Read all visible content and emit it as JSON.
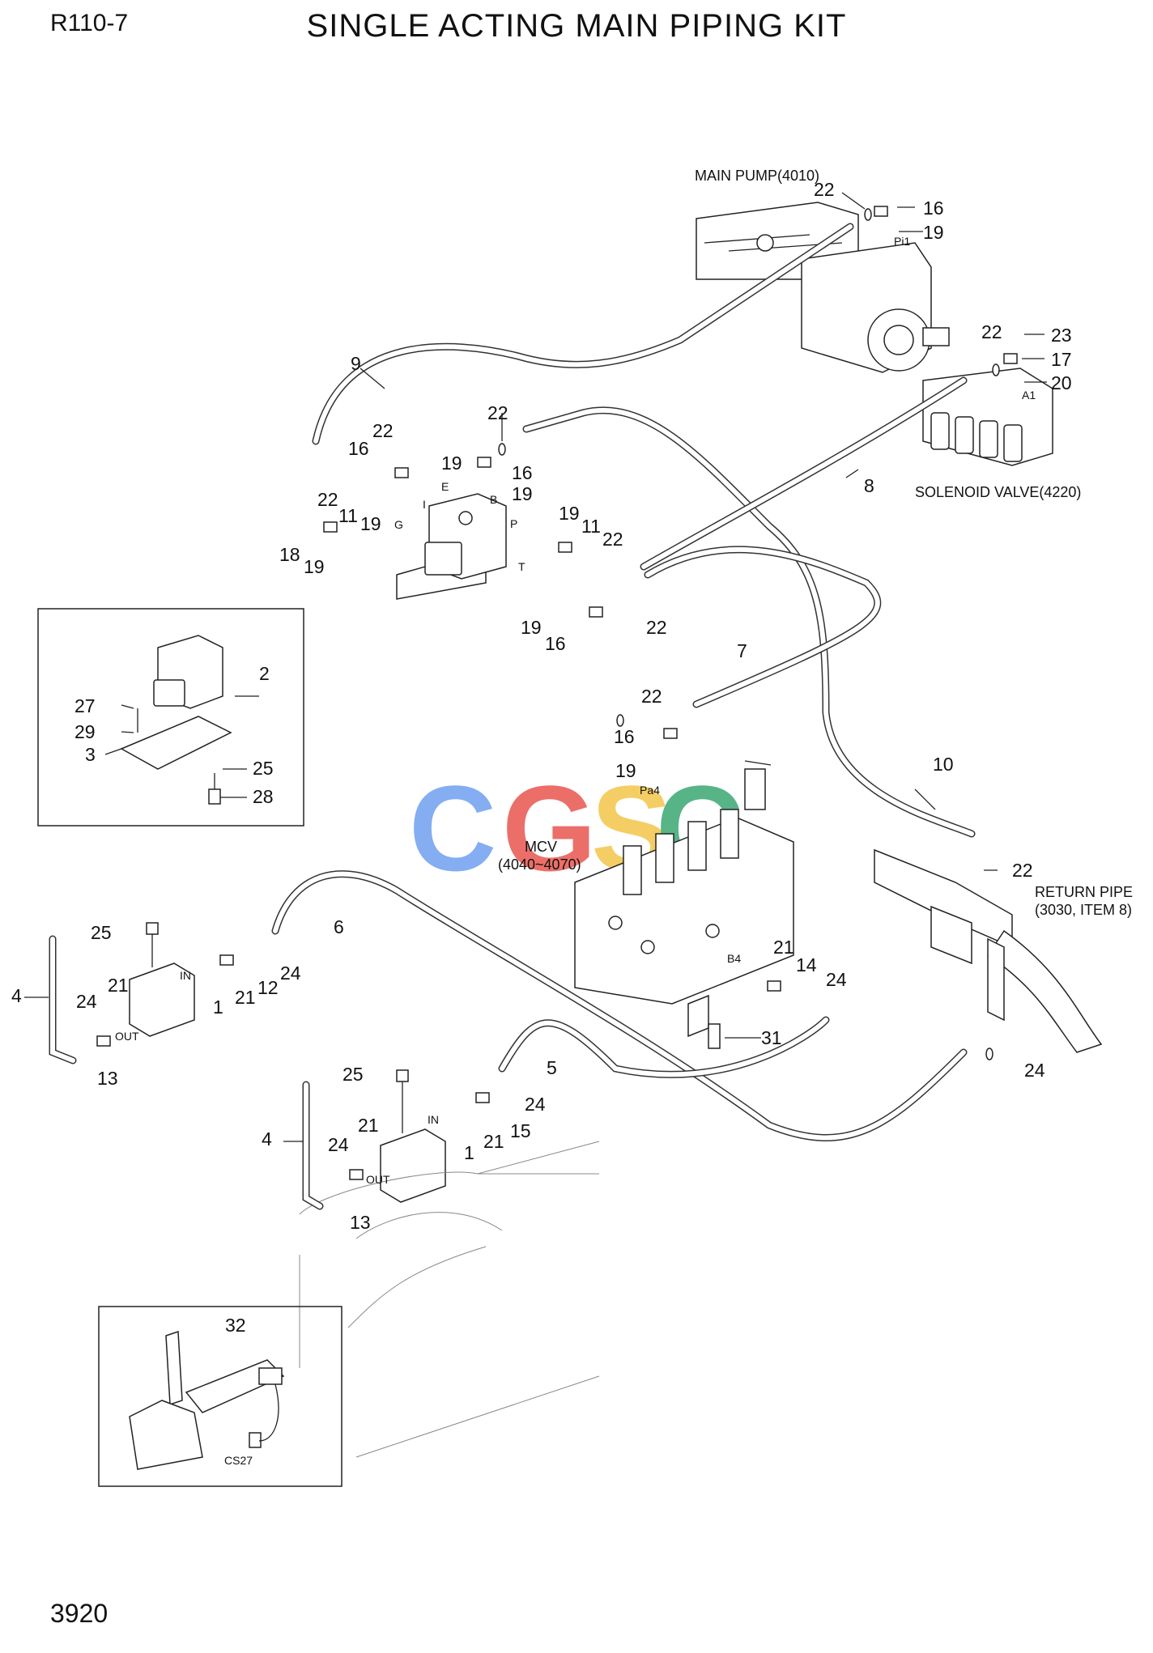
{
  "header": {
    "model": "R110-7",
    "title": "SINGLE ACTING MAIN PIPING KIT",
    "page_number": "3920"
  },
  "components": {
    "main_pump": "MAIN PUMP(4010)",
    "solenoid_valve": "SOLENOID VALVE(4220)",
    "mcv": "MCV",
    "mcv_range": "(4040~4070)",
    "return_pipe": "RETURN PIPE",
    "return_pipe_ref": "(3030, ITEM 8)"
  },
  "port_labels": {
    "pi1": "Pi1",
    "a1": "A1",
    "e": "E",
    "b": "B",
    "i": "I",
    "g": "G",
    "p": "P",
    "t": "T",
    "pa4": "Pa4",
    "b4": "B4",
    "in_1": "IN",
    "out_1": "OUT",
    "in_2": "IN",
    "out_2": "OUT",
    "cs27": "CS27"
  },
  "callouts": {
    "c1": "22",
    "c2": "16",
    "c3": "19",
    "c4": "22",
    "c5": "23",
    "c6": "17",
    "c7": "20",
    "c8": "9",
    "c9": "22",
    "c10": "22",
    "c11": "16",
    "c12": "19",
    "c13": "16",
    "c14": "19",
    "c15": "22",
    "c16": "11",
    "c17": "19",
    "c18": "8",
    "c19": "18",
    "c20": "19",
    "c21": "19",
    "c22": "11",
    "c23": "22",
    "c24": "19",
    "c25": "16",
    "c26": "22",
    "c27": "2",
    "c28": "27",
    "c29": "29",
    "c30": "3",
    "c31": "25",
    "c32": "28",
    "c33": "7",
    "c34": "22",
    "c35": "16",
    "c36": "19",
    "c37": "10",
    "c38": "22",
    "c39": "25",
    "c40": "6",
    "c41": "4",
    "c42": "24",
    "c43": "21",
    "c44": "21",
    "c45": "12",
    "c46": "24",
    "c47": "1",
    "c48": "13",
    "c49": "21",
    "c50": "14",
    "c51": "24",
    "c52": "31",
    "c53": "5",
    "c54": "24",
    "c55": "25",
    "c56": "24",
    "c57": "15",
    "c58": "4",
    "c59": "24",
    "c60": "21",
    "c61": "21",
    "c62": "1",
    "c63": "13",
    "c64": "32"
  },
  "watermark": {
    "letters": [
      "C",
      "G",
      "S",
      "C"
    ],
    "colors": [
      "#6f9ff0",
      "#e8564e",
      "#f3c54a",
      "#3aa872"
    ]
  }
}
